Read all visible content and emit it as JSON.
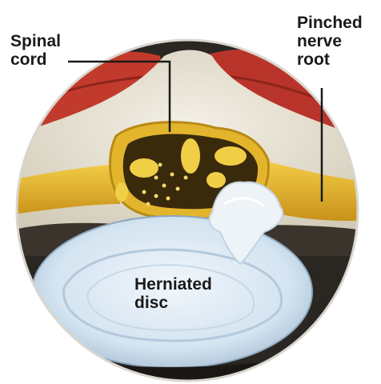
{
  "labels": {
    "spinal_cord": "Spinal\ncord",
    "pinched_nerve_root": "Pinched\nnerve\nroot",
    "herniated_disc": "Herniated\ndisc"
  },
  "colors": {
    "muscle": "#c23a2b",
    "bone": "#e9e4d6",
    "nerve": "#e6b321",
    "canal": "#3a2a0c",
    "disc": "#dbe9f4",
    "disc_inner": "#c4d6e6",
    "herniation": "#eef3f7",
    "leader_line": "#1a1a1a"
  }
}
